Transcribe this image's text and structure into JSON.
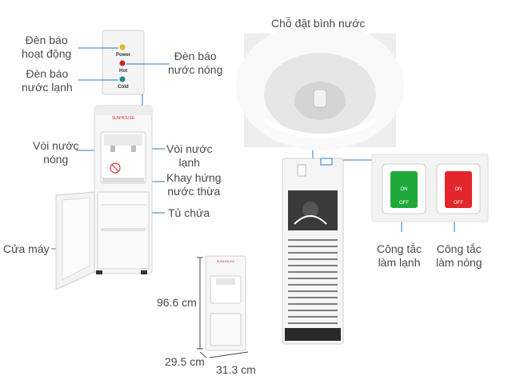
{
  "labels": {
    "power_indicator": "Đèn báo\nhoạt động",
    "cold_indicator": "Đèn báo\nnước lạnh",
    "hot_indicator": "Đèn báo\nnước nóng",
    "hot_tap": "Vòi nước\nnóng",
    "cold_tap": "Vòi nước\nlạnh",
    "drip_tray": "Khay hứng\nnước thừa",
    "cabinet": "Tủ chứa",
    "door": "Cửa máy",
    "bottle_seat": "Chỗ đặt bình nước",
    "cool_switch": "Công tắc\nlàm lạnh",
    "heat_switch": "Công tắc\nlàm nóng"
  },
  "panel": {
    "power": "Power",
    "hot": "Hot",
    "cold": "Cold"
  },
  "switches": {
    "on": "ON",
    "off": "OFF",
    "cool_color": "#1fa83a",
    "heat_color": "#e2262b"
  },
  "indicator_colors": {
    "power": "#e5b321",
    "hot": "#c8202a",
    "cold": "#1a8c8c"
  },
  "dimensions": {
    "height": "96.6 cm",
    "depth": "29.5 cm",
    "width": "31.3 cm"
  }
}
